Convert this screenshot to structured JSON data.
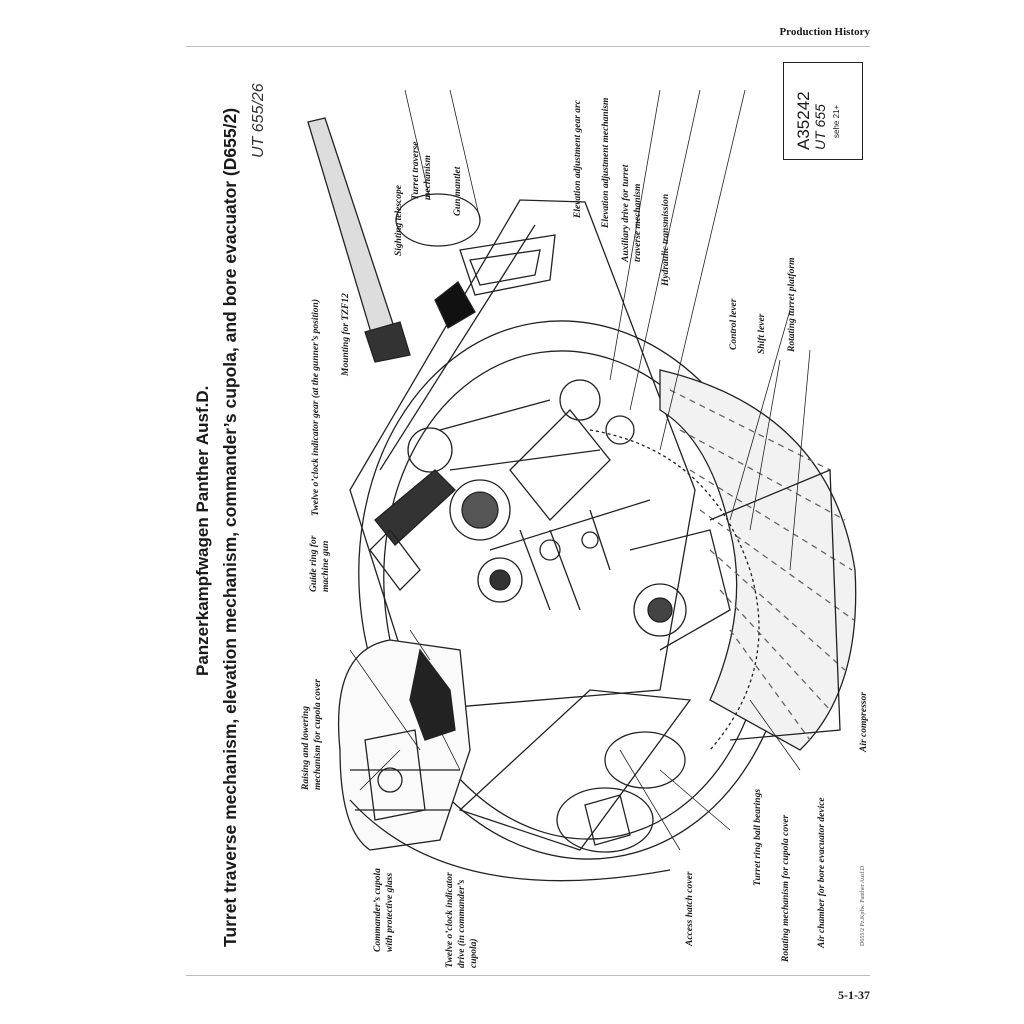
{
  "header": {
    "section_title": "Production History"
  },
  "page": {
    "number": "5-1-37"
  },
  "title": {
    "line1": "Panzerkampfwagen Panther Ausf.D.",
    "line2": "Turret traverse mechanism, elevation mechanism, commander’s cupola, and bore evacuator (D655/2)"
  },
  "drawing_code": "UT 655/26",
  "stamp": {
    "line1": "A35242",
    "line2": "UT 655",
    "line3": "sehe 21+"
  },
  "labels": {
    "sighting_telescope": "Sighting telescope",
    "turret_traverse": "Turret traverse mechanism",
    "gun_mantlet": "Gun mantlet",
    "elevation_gear_arc": "Elevation adjustment gear arc",
    "elevation_mechanism": "Elevation adjustment mechanism",
    "auxiliary_drive": "Auxiliary drive for turret traverse mechanism",
    "hydraulic_transmission": "Hydraulic transmission",
    "control_lever": "Control lever",
    "shift_lever": "Shift lever",
    "rotating_platform": "Rotating turret platform",
    "mounting_tzf": "Mounting for TZF12",
    "twelve_oclock_gunner": "Twelve o’clock indicator gear (at the gunner’s position)",
    "guide_ring": "Guide ring for machine gun",
    "raising_lowering": "Raising and lowering mechanism for cupola cover",
    "commanders_cupola": "Commander’s cupola with protective glass",
    "twelve_oclock_cupola": "Twelve o’clock indicator drive (in commander’s cupola)",
    "access_hatch": "Access hatch cover",
    "turret_ring": "Turret ring ball bearings",
    "rotating_cupola_cover": "Rotating mechanism for cupola cover",
    "air_chamber": "Air chamber for bore evacuator device",
    "air_compressor": "Air compressor"
  },
  "fine_print": "D655/2 Pz.Kpfw. Panther Ausf.D"
}
